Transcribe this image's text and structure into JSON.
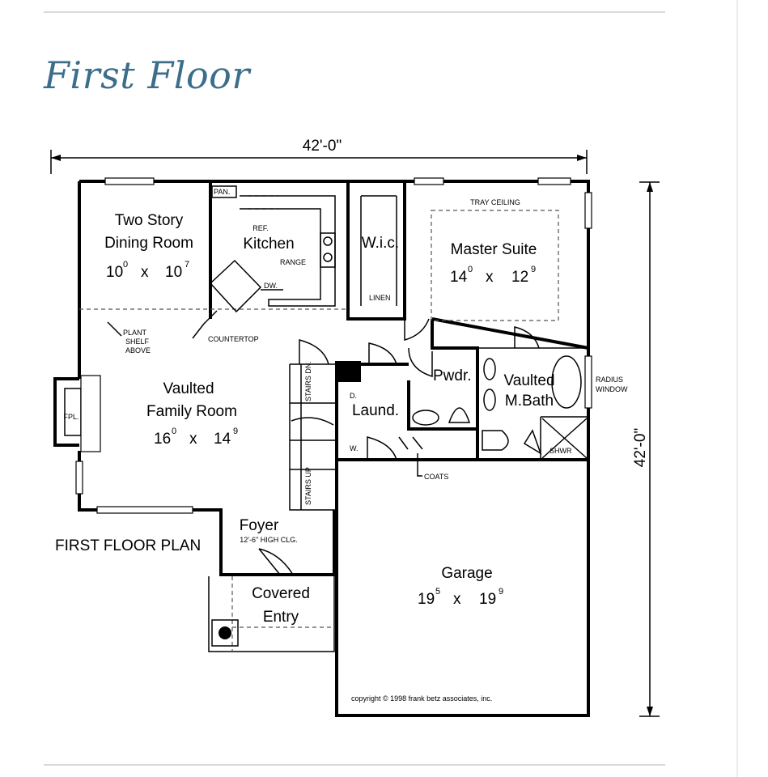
{
  "page": {
    "title": "First Floor"
  },
  "plan": {
    "plan_label": "FIRST FLOOR PLAN",
    "dimensions": {
      "width": "42'-0\"",
      "depth": "42'-0\""
    },
    "rooms": {
      "dining": {
        "name_line1": "Two Story",
        "name_line2": "Dining Room",
        "w": "10",
        "w_sup": "0",
        "x": "x",
        "d": "10",
        "d_sup": "7"
      },
      "kitchen": {
        "name": "Kitchen",
        "ref": "REF.",
        "range": "RANGE",
        "dw": "DW.",
        "pan": "PAN."
      },
      "wic": {
        "name": "W.i.c.",
        "linen": "LINEN"
      },
      "master": {
        "name": "Master Suite",
        "tray": "TRAY CEILING",
        "w": "14",
        "w_sup": "0",
        "x": "x",
        "d": "12",
        "d_sup": "9"
      },
      "family": {
        "name_line1": "Vaulted",
        "name_line2": "Family Room",
        "w": "16",
        "w_sup": "0",
        "x": "x",
        "d": "14",
        "d_sup": "9",
        "fpl": "FPL."
      },
      "pwdr": {
        "name": "Pwdr."
      },
      "mbath": {
        "name_line1": "Vaulted",
        "name_line2": "M.Bath",
        "shwr": "SHWR"
      },
      "laund": {
        "name": "Laund.",
        "d": "D.",
        "w": "W."
      },
      "foyer": {
        "name": "Foyer",
        "note": "12'-6\" HIGH CLG."
      },
      "entry": {
        "name_line1": "Covered",
        "name_line2": "Entry"
      },
      "garage": {
        "name": "Garage",
        "w": "19",
        "w_sup": "5",
        "x": "x",
        "d": "19",
        "d_sup": "9"
      }
    },
    "notes": {
      "plant_line1": "PLANT",
      "plant_line2": "SHELF",
      "plant_line3": "ABOVE",
      "countertop": "COUNTERTOP",
      "radius_line1": "RADIUS",
      "radius_line2": "WINDOW",
      "coats": "COATS",
      "stairs_dn": "STAIRS DN.",
      "stairs_up": "STAIRS UP"
    },
    "copyright": "copyright © 1998 frank betz associates, inc."
  }
}
